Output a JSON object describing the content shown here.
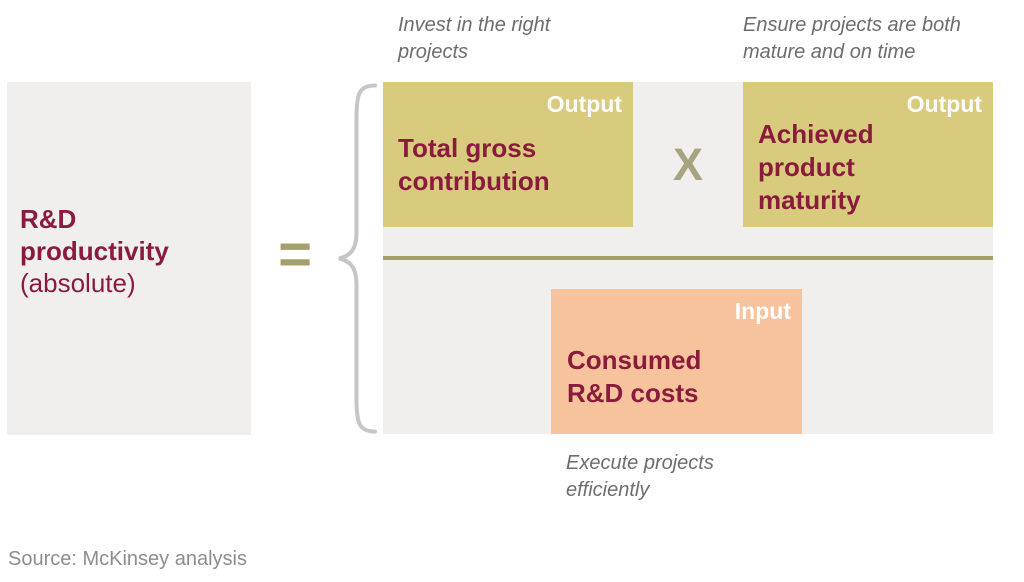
{
  "colors": {
    "maroon": "#8b1b3d",
    "khaki": "#d8cb7e",
    "peach": "#f6c39c",
    "olive": "#a4a06e",
    "olive_gray": "#a6a37f",
    "panel_gray": "#f0efee",
    "annotation_gray": "#6d6d6d",
    "source_gray": "#8d8d8d",
    "brace_gray": "#c6c6c6",
    "tag_white": "#ffffff"
  },
  "formula": {
    "result_label": {
      "lines": [
        "R&D",
        "productivity",
        "(absolute)"
      ]
    },
    "equals_symbol": "=",
    "multiply_symbol": "X",
    "numerator_boxes": [
      {
        "tag": "Output",
        "lines": [
          "Total gross",
          "contribution"
        ]
      },
      {
        "tag": "Output",
        "lines": [
          "Achieved",
          "product",
          "maturity"
        ]
      }
    ],
    "denominator_box": {
      "tag": "Input",
      "lines": [
        "Consumed",
        "R&D costs"
      ]
    }
  },
  "annotations": {
    "top_left": {
      "lines": [
        "Invest in the right",
        "projects"
      ]
    },
    "top_right": {
      "lines": [
        "Ensure projects are both",
        "mature and on time"
      ]
    },
    "bottom": {
      "lines": [
        "Execute projects",
        "efficiently"
      ]
    }
  },
  "footer": {
    "source": "Source: McKinsey analysis"
  }
}
